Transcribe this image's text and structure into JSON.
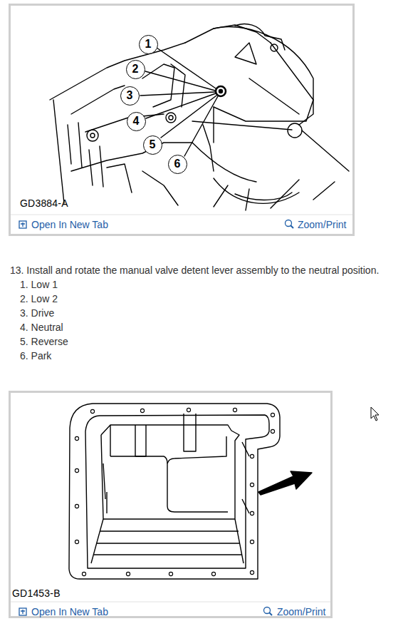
{
  "diagram": {
    "nodes": [
      {
        "text": [
          "1"
        ]
      },
      {
        "text": [
          "2"
        ]
      },
      {
        "text": [
          "3"
        ]
      },
      {
        "text": [
          "4"
        ]
      },
      {
        "text": [
          "5"
        ]
      },
      {
        "text": [
          "6"
        ]
      }
    ],
    "labels": [
      "GD3884-A",
      "Open In New Tab",
      "Zoom/Print",
      "13. Install and rotate the manual valve detent lever assembly to the neutral position.",
      "1. Low 1",
      "2. Low 2",
      "3. Drive",
      "4. Neutral",
      "5. Reverse",
      "6. Park",
      "GD1453-B",
      "Open In New Tab",
      "Zoom/Print"
    ]
  }
}
